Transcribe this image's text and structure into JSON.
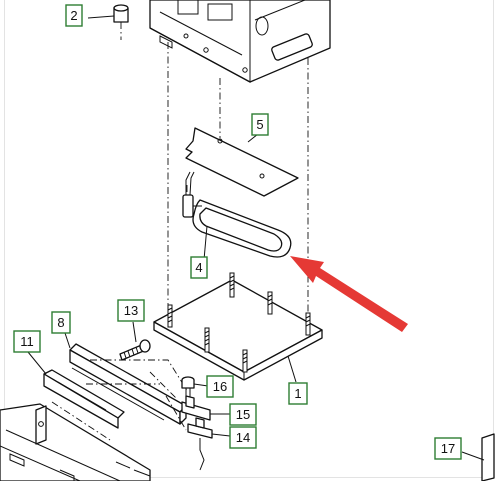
{
  "figure": {
    "accent_color": "#2e7d32",
    "arrow_color": "#e53935",
    "callouts": [
      {
        "id": "c1",
        "label": "1"
      },
      {
        "id": "c2",
        "label": "2"
      },
      {
        "id": "c4",
        "label": "4"
      },
      {
        "id": "c5",
        "label": "5"
      },
      {
        "id": "c8",
        "label": "8"
      },
      {
        "id": "c11",
        "label": "11"
      },
      {
        "id": "c13",
        "label": "13"
      },
      {
        "id": "c14",
        "label": "14"
      },
      {
        "id": "c15",
        "label": "15"
      },
      {
        "id": "c16",
        "label": "16"
      },
      {
        "id": "c17",
        "label": "17"
      }
    ]
  }
}
